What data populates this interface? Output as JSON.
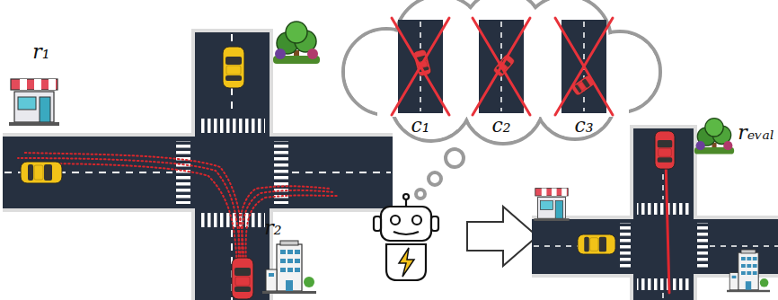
{
  "diagram": {
    "labels": [
      "r₁",
      "r₂",
      "c₁",
      "c₂",
      "c₃",
      "rₑᵥₐₗ"
    ]
  }
}
